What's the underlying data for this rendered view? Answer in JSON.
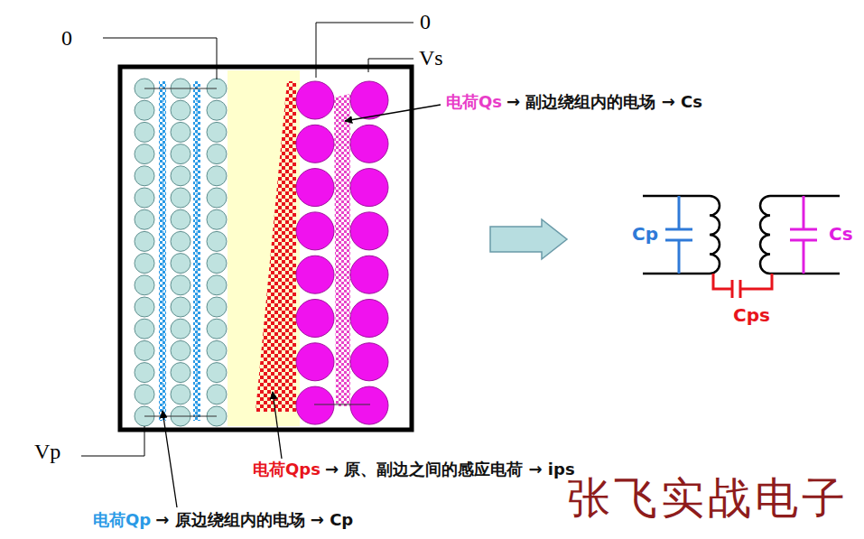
{
  "diagram": {
    "labels": [
      "0",
      "0",
      "Vs",
      "电荷Qs",
      "→ 副边绕组内的电场 → Cs",
      "Cp",
      "Cs",
      "Cps",
      "Vp",
      "电荷Qps",
      "→ 原、副边之间的感应电荷 → ips",
      "电荷Qp",
      "→ 原边绕组内的电场 → Cp",
      "张飞实战电子"
    ]
  }
}
